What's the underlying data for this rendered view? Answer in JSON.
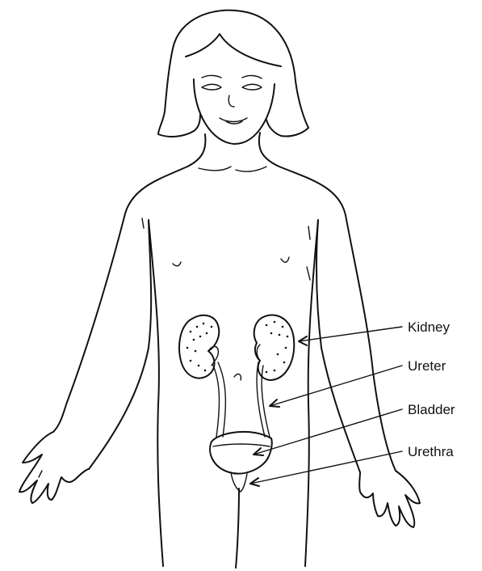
{
  "diagram": {
    "labels": [
      {
        "id": "kidney",
        "text": "Kidney"
      },
      {
        "id": "ureter",
        "text": "Ureter"
      },
      {
        "id": "bladder",
        "text": "Bladder"
      },
      {
        "id": "urethra",
        "text": "Urethra"
      }
    ],
    "colors": {
      "ink": "#111111",
      "background": "#ffffff"
    }
  }
}
